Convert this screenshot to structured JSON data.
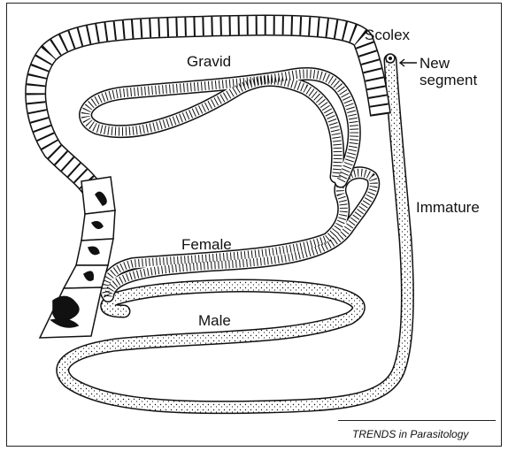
{
  "labels": {
    "scolex": "Scolex",
    "new_segment": "New\nsegment",
    "gravid": "Gravid",
    "immature": "Immature",
    "female": "Female",
    "male": "Male"
  },
  "credit": "TRENDS in Parasitology"
}
